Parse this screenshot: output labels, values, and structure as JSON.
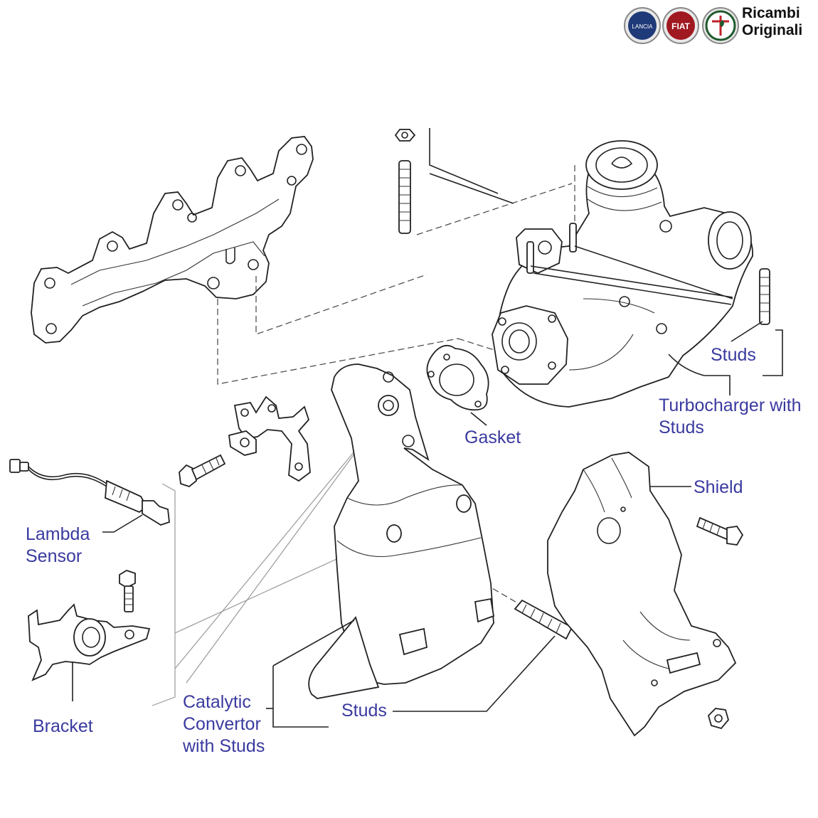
{
  "brand": {
    "line1": "Ricambi",
    "line2": "Originali",
    "logos": [
      {
        "name": "lancia-logo",
        "text": "LANCIA",
        "color": "#1f3a78"
      },
      {
        "name": "fiat-logo",
        "text": "FIAT",
        "color": "#a01820"
      },
      {
        "name": "alfa-romeo-logo",
        "text": "",
        "color": "#1f5a2e"
      }
    ]
  },
  "labels": {
    "studs_turbo": "Studs",
    "turbocharger_line1": "Turbocharger with",
    "turbocharger_line2": "Studs",
    "gasket": "Gasket",
    "shield": "Shield",
    "lambda_line1": "Lambda",
    "lambda_line2": "Sensor",
    "bracket": "Bracket",
    "catalytic_line1": "Catalytic",
    "catalytic_line2": "Convertor",
    "catalytic_line3": "with Studs",
    "studs_cat": "Studs"
  },
  "colors": {
    "label": "#3a3aa0",
    "line": "#222222"
  }
}
